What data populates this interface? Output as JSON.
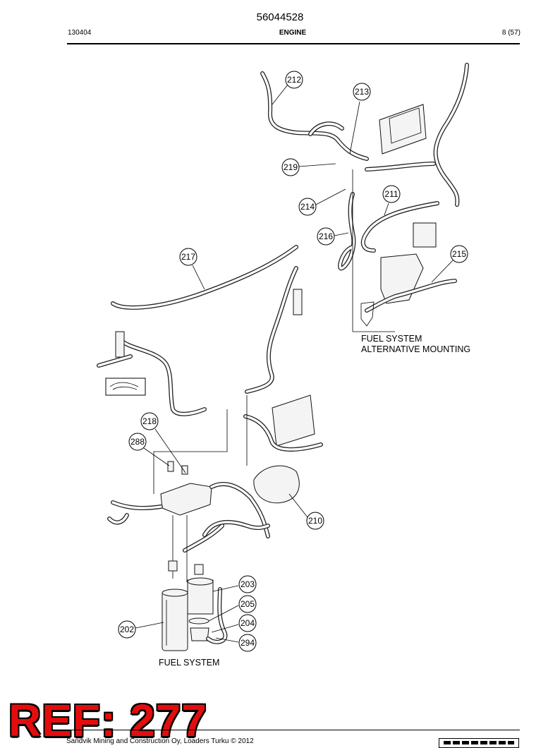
{
  "header": {
    "doc_number": "56044528",
    "left": "130404",
    "center": "ENGINE",
    "right": "8 (57)"
  },
  "captions": {
    "alt_mounting_line1": "FUEL SYSTEM",
    "alt_mounting_line2": "ALTERNATIVE MOUNTING",
    "fuel_system": "FUEL SYSTEM"
  },
  "callouts": [
    {
      "id": "212",
      "label": "212"
    },
    {
      "id": "213",
      "label": "213"
    },
    {
      "id": "219",
      "label": "219"
    },
    {
      "id": "211",
      "label": "211"
    },
    {
      "id": "214",
      "label": "214"
    },
    {
      "id": "216",
      "label": "216"
    },
    {
      "id": "215",
      "label": "215"
    },
    {
      "id": "217",
      "label": "217"
    },
    {
      "id": "218",
      "label": "218"
    },
    {
      "id": "288",
      "label": "288"
    },
    {
      "id": "210",
      "label": "210"
    },
    {
      "id": "203",
      "label": "203"
    },
    {
      "id": "205",
      "label": "205"
    },
    {
      "id": "204",
      "label": "204"
    },
    {
      "id": "202",
      "label": "202"
    },
    {
      "id": "294",
      "label": "294"
    }
  ],
  "stamp": {
    "text": "REF: 277",
    "color": "#e30d0d"
  },
  "footer": {
    "text": "Sandvik Mining and Construction Oy, Loaders Turku © 2012"
  }
}
